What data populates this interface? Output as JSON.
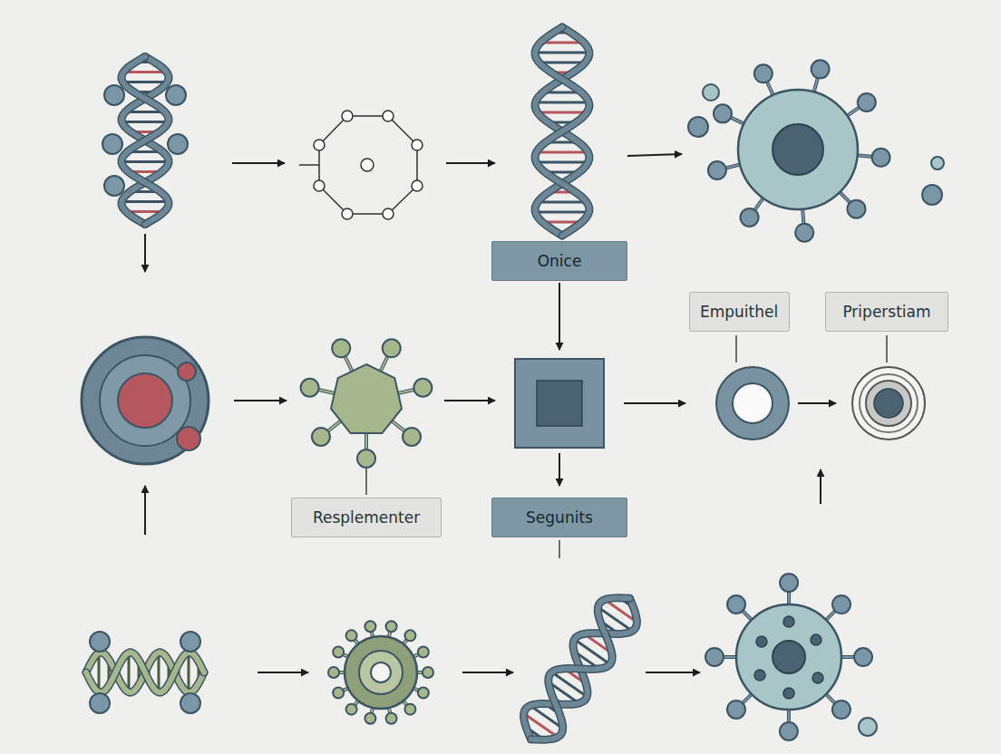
{
  "diagram": {
    "nodes": [
      {
        "text": [
          "Onice"
        ]
      },
      {
        "text": [
          "Empuithel"
        ]
      },
      {
        "text": [
          "Priperstiam"
        ]
      },
      {
        "text": [
          "Resplementer"
        ]
      },
      {
        "text": [
          "Segunits"
        ]
      }
    ]
  }
}
